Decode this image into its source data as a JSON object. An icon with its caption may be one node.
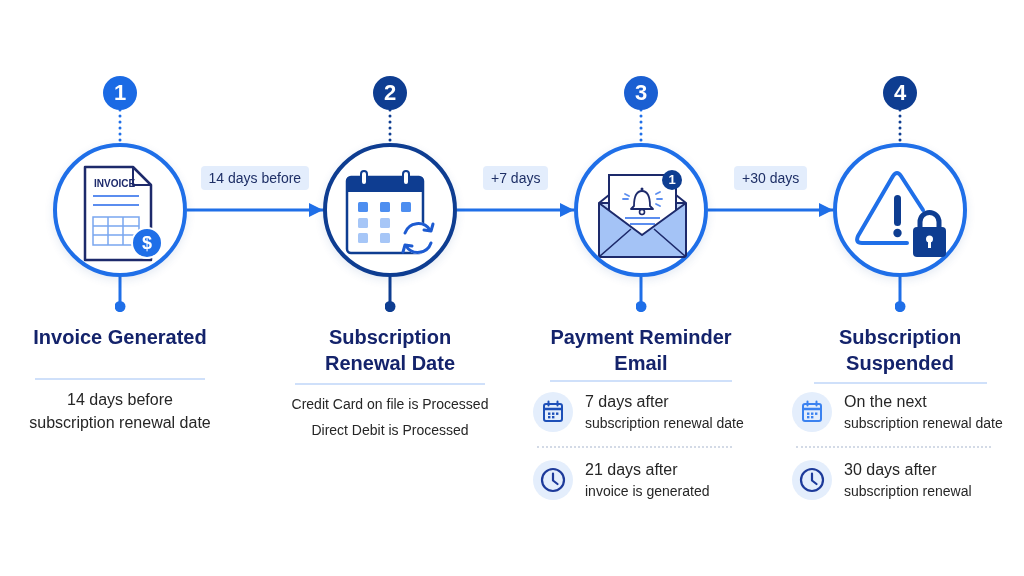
{
  "diagram": {
    "nodes": [
      {
        "text": [
          "1"
        ]
      },
      {
        "text": [],
        "shape": "circle"
      },
      {
        "text": [
          "Invoice Generated",
          "14 days before subscription renewal date"
        ]
      },
      {
        "text": [
          "2"
        ]
      },
      {
        "text": [],
        "shape": "circle"
      },
      {
        "text": [
          "Subscription Renewal Date",
          "Credit Card on file is Processed",
          "Direct Debit is Processed"
        ]
      },
      {
        "text": [
          "3"
        ]
      },
      {
        "text": [],
        "shape": "circle"
      },
      {
        "text": [
          "Payment Reminder Email",
          "7 days after",
          "subscription renewal date",
          "21 days after",
          "invoice is generated"
        ]
      },
      {
        "text": [
          "4"
        ]
      },
      {
        "text": [],
        "shape": "circle"
      },
      {
        "text": [
          "Subscription Suspended",
          "On the next",
          "subscription renewal date",
          "30 days after",
          "subscription renewal"
        ]
      }
    ],
    "edges": [
      {
        "from": 0,
        "to": 1,
        "arrow": "none",
        "style": "dashed"
      },
      {
        "from": 1,
        "to": 2,
        "arrow": "other"
      },
      {
        "from": 1,
        "to": 4,
        "arrow": "to",
        "label": "14 days before"
      },
      {
        "from": 3,
        "to": 4,
        "arrow": "none",
        "style": "dashed",
        "color": "#0e3d91"
      },
      {
        "from": 4,
        "to": 5,
        "arrow": "other",
        "color": "#0e3d91"
      },
      {
        "from": 4,
        "to": 7,
        "arrow": "to",
        "label": "+7 days"
      },
      {
        "from": 6,
        "to": 7,
        "arrow": "none",
        "style": "dashed"
      },
      {
        "from": 7,
        "to": 8,
        "arrow": "other"
      },
      {
        "from": 7,
        "to": 10,
        "arrow": "to",
        "label": "+30 days"
      },
      {
        "from": 9,
        "to": 10,
        "arrow": "none",
        "style": "dashed",
        "color": "#0e3d91"
      },
      {
        "from": 10,
        "to": 11,
        "arrow": "other"
      }
    ],
    "labels": [
      "INVOICE",
      "1",
      "$"
    ]
  }
}
